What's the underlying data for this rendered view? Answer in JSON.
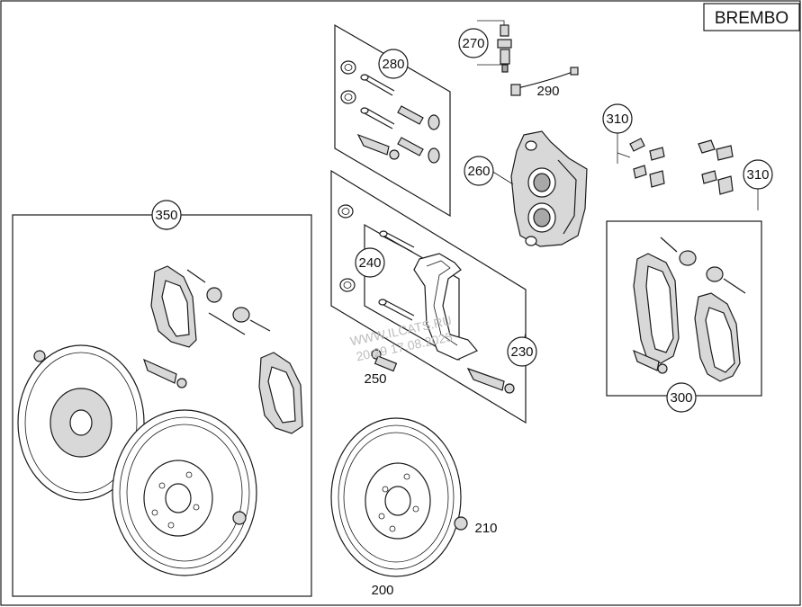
{
  "brand_label": "BREMBO",
  "watermark": {
    "line1": "WWW.ILCATS.RU",
    "line2": "20:29 17.08.2025"
  },
  "callouts": {
    "c200": "200",
    "c210": "210",
    "c230": "230",
    "c240": "240",
    "c250": "250",
    "c260": "260",
    "c270": "270",
    "c280": "280",
    "c290": "290",
    "c300": "300",
    "c310a": "310",
    "c310b": "310",
    "c350": "350"
  },
  "colors": {
    "line": "#1a1a1a",
    "part_fill": "#d8d8d8",
    "dark_fill": "#a8a8a8",
    "watermark": "#bdbdbd"
  }
}
